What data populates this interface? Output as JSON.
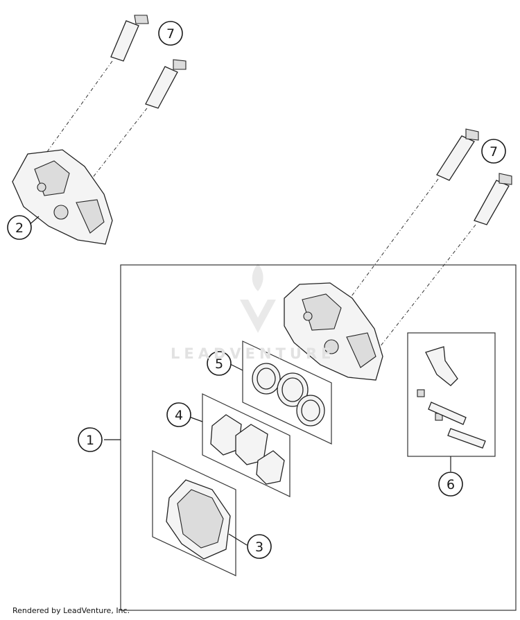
{
  "callouts": [
    "1",
    "2",
    "3",
    "4",
    "5",
    "6",
    "7",
    "7"
  ],
  "credit": "Rendered by LeadVenture, Inc.",
  "watermark": "LEADVENTURE",
  "colors": {
    "line": "#1a1a1a",
    "watermark": "#e2e2e2"
  }
}
